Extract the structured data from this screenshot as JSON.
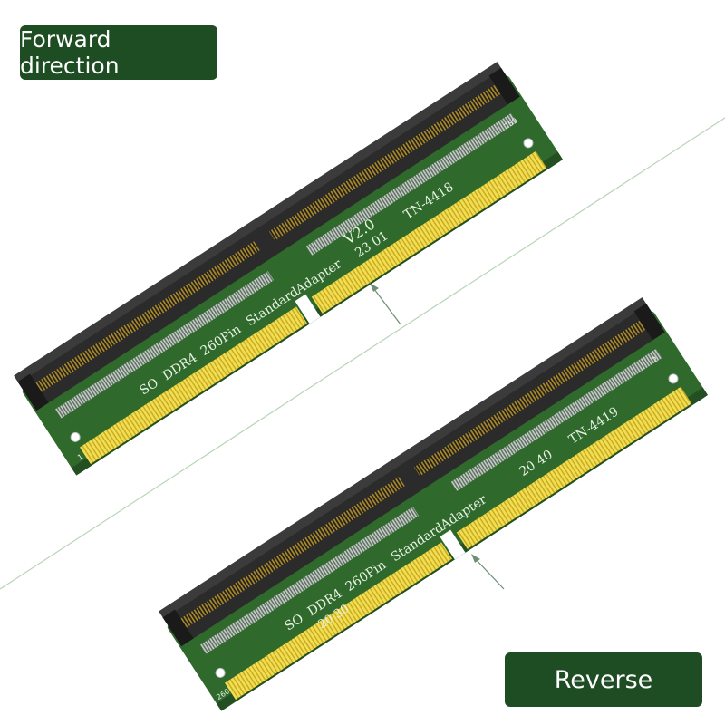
{
  "badges": {
    "forward": "Forward direction",
    "reverse": "Reverse"
  },
  "adapters": [
    {
      "model": "TN-4418",
      "version": "V2.0",
      "date": "23 01",
      "silkscreen": [
        "SO",
        "DDR4",
        "260Pin",
        "Standard",
        "Adapter"
      ],
      "pin_start": "1",
      "pin_end": "259"
    },
    {
      "model": "TN-4419",
      "codes": [
        "20 40",
        "20 30"
      ],
      "silkscreen": [
        "SO",
        "DDR4",
        "260Pin",
        "Standard",
        "Adapter"
      ],
      "pin_start": "260",
      "pin_end": "2"
    }
  ],
  "colors": {
    "pcb": "#2f6a2c",
    "pcb_dark": "#1f4d23",
    "gold": "#e8d23a",
    "slot": "#2b2b2b",
    "badge": "#1f4d23"
  }
}
